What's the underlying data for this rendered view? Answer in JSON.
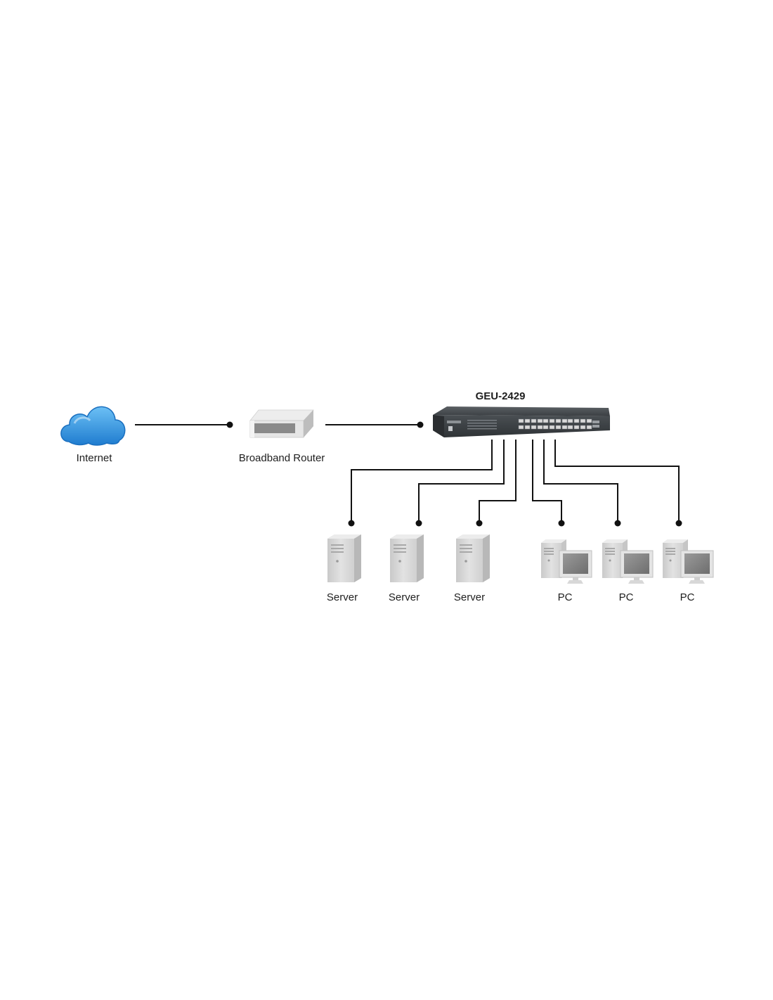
{
  "nodes": {
    "internet": {
      "label": "Internet",
      "icon": "cloud-icon"
    },
    "router": {
      "label": "Broadband Router",
      "icon": "router-icon"
    },
    "switch": {
      "label": "GEU-2429",
      "icon": "switch-icon"
    },
    "devices": [
      {
        "label": "Server",
        "icon": "server-icon"
      },
      {
        "label": "Server",
        "icon": "server-icon"
      },
      {
        "label": "Server",
        "icon": "server-icon"
      },
      {
        "label": "PC",
        "icon": "pc-icon"
      },
      {
        "label": "PC",
        "icon": "pc-icon"
      },
      {
        "label": "PC",
        "icon": "pc-icon"
      }
    ]
  },
  "colors": {
    "cloud": "#2f8fdc",
    "wire": "#111111",
    "switch_body": "#3f4448",
    "device_gray": "#d6d6d6"
  }
}
